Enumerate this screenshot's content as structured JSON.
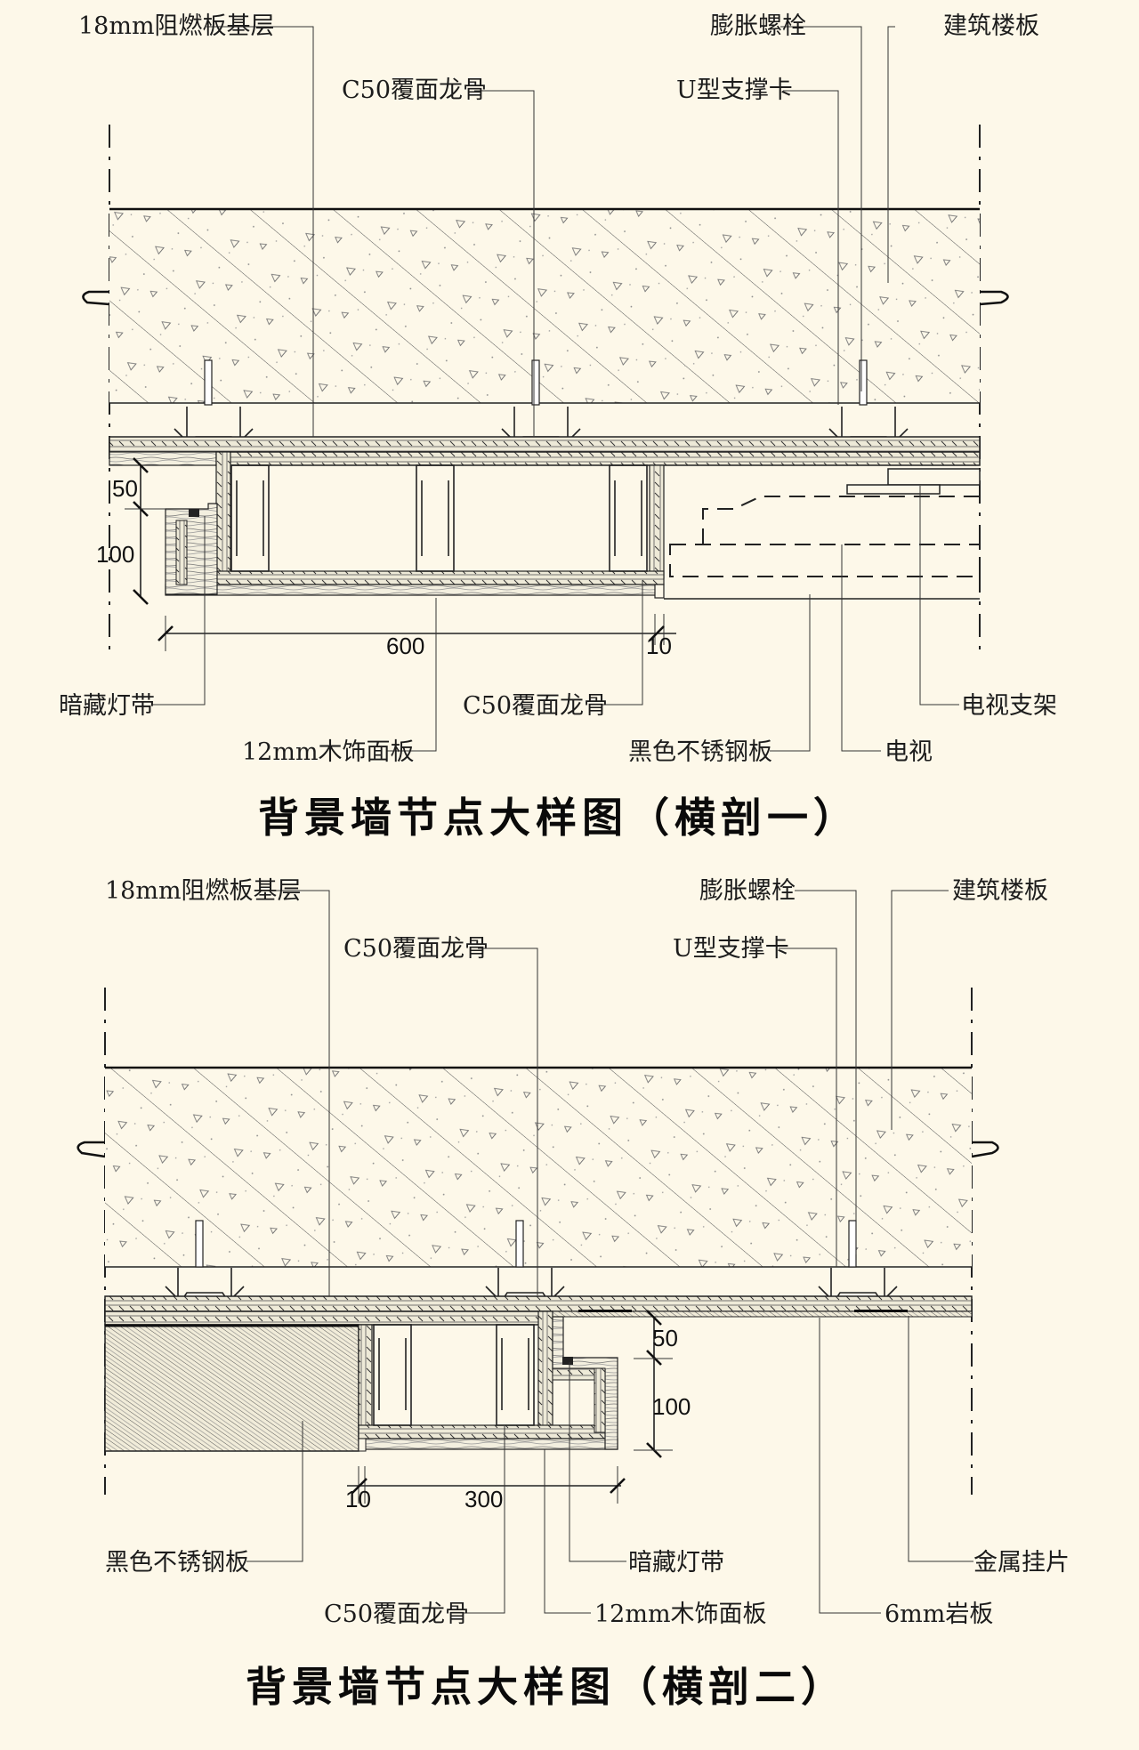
{
  "background_color": "#fdf8e9",
  "line_color": "#1c1c1c",
  "section1": {
    "title": "背景墙节点大样图（横剖一）",
    "labels": {
      "fire_board": "18mm阻燃板基层",
      "c50_top": "C50覆面龙骨",
      "bolt": "膨胀螺栓",
      "floor_slab": "建筑楼板",
      "u_clip": "U型支撑卡",
      "hidden_light": "暗藏灯带",
      "c50_bottom": "C50覆面龙骨",
      "tv_bracket": "电视支架",
      "wood_panel": "12mm木饰面板",
      "steel_plate": "黑色不锈钢板",
      "tv": "电视"
    },
    "dimensions": {
      "top_offset": "50",
      "depth": "100",
      "width": "600",
      "gap": "10"
    }
  },
  "section2": {
    "title": "背景墙节点大样图（横剖二）",
    "labels": {
      "fire_board": "18mm阻燃板基层",
      "c50_top": "C50覆面龙骨",
      "bolt": "膨胀螺栓",
      "floor_slab": "建筑楼板",
      "u_clip": "U型支撑卡",
      "steel_plate": "黑色不锈钢板",
      "hidden_light": "暗藏灯带",
      "metal_hanger": "金属挂片",
      "c50_bottom": "C50覆面龙骨",
      "wood_panel": "12mm木饰面板",
      "slate": "6mm岩板"
    },
    "dimensions": {
      "top_offset": "50",
      "depth": "100",
      "gap": "10",
      "width": "300"
    }
  }
}
